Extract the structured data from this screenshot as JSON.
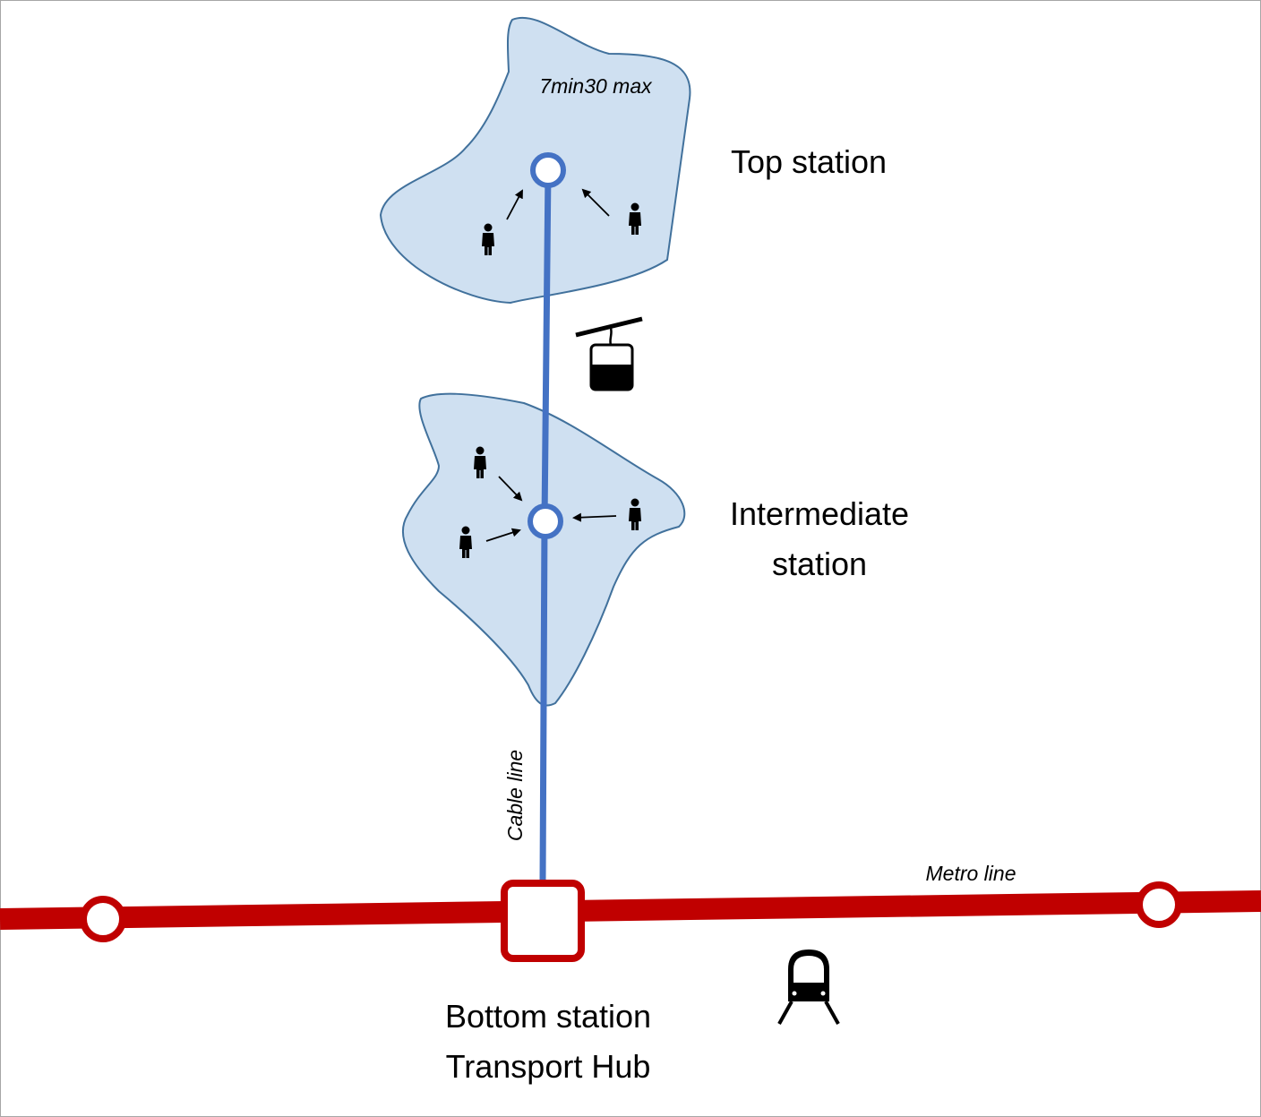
{
  "labels": {
    "top_station": "Top station",
    "catchment_time": "7min30 max",
    "intermediate_line1": "Intermediate",
    "intermediate_line2": "station",
    "bottom_line1": "Bottom station",
    "bottom_line2": "Transport Hub",
    "cable_line": "Cable line",
    "metro_line": "Metro line"
  },
  "icons": [
    "pedestrian-icon",
    "cable-car-icon",
    "metro-train-icon"
  ],
  "colors": {
    "cable_line": "#4472c4",
    "metro_line": "#c00000",
    "catchment_fill": "#cfe0f1",
    "catchment_stroke": "#41719c",
    "border": "#a6a6a6"
  }
}
